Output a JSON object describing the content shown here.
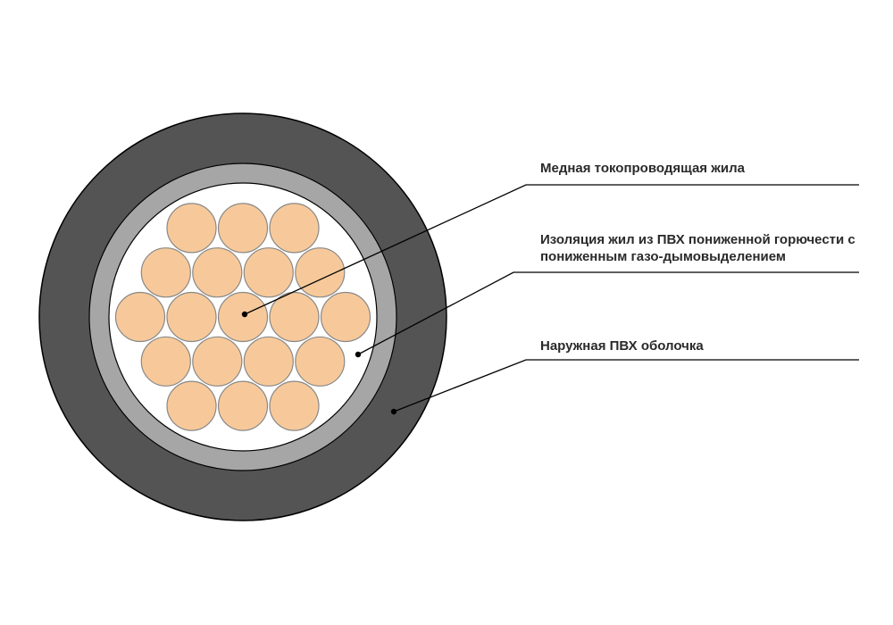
{
  "colors": {
    "outer_sheath": "#545454",
    "insulation": "#a6a6a6",
    "filler": "#ffffff",
    "conductor_fill": "#f7c99a",
    "conductor_stroke": "#888888",
    "outline": "#000000",
    "leader": "#000000",
    "text": "#2a2a2a"
  },
  "callouts": [
    {
      "id": "conductor",
      "lines": [
        "Медная токопроводящая жила"
      ]
    },
    {
      "id": "insulation",
      "lines": [
        "Изоляция жил из ПВХ пониженной горючести с",
        "пониженным газо-дымовыделением"
      ]
    },
    {
      "id": "sheath",
      "lines": [
        "Наружная ПВХ оболочка"
      ]
    }
  ]
}
